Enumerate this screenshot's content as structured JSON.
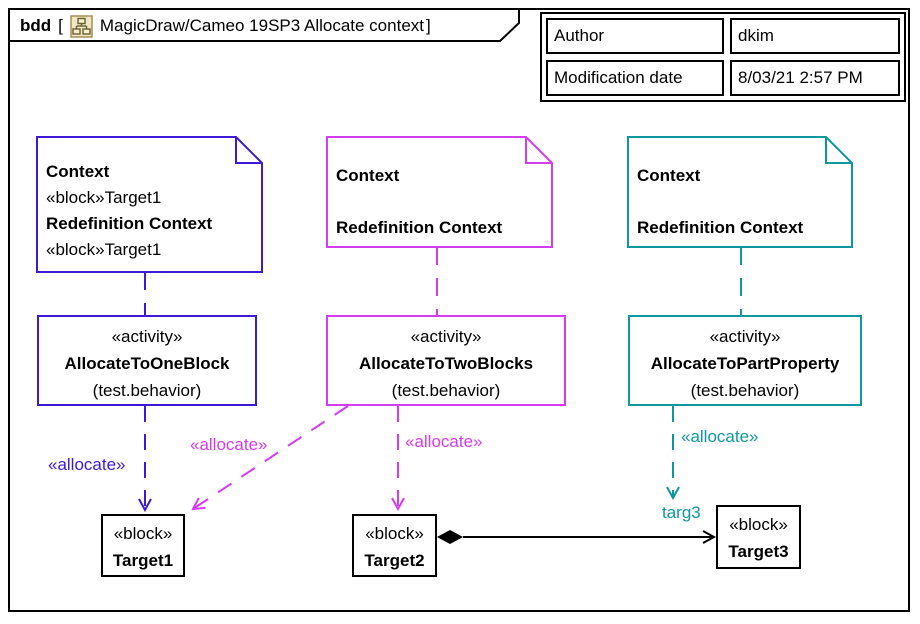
{
  "diagram_frame": {
    "kind": "bdd",
    "open_bracket": "[",
    "close_bracket": "]",
    "name": "MagicDraw/Cameo 19SP3 Allocate context",
    "icon": "bdd-diagram-icon"
  },
  "info_table": {
    "rows": [
      {
        "label": "Author",
        "value": "dkim"
      },
      {
        "label": "Modification date",
        "value": "8/03/21 2:57 PM"
      }
    ]
  },
  "colors": {
    "blue": "#3e19d6",
    "magenta": "#d43cf0",
    "teal": "#0f979f",
    "black": "#000000"
  },
  "notes": [
    {
      "lines": [
        {
          "text": "Context",
          "bold": true
        },
        {
          "text": "«block»Target1",
          "bold": false
        },
        {
          "text": "Redefinition Context",
          "bold": true
        },
        {
          "text": "«block»Target1",
          "bold": false
        }
      ]
    },
    {
      "lines": [
        {
          "text": "Context",
          "bold": true
        },
        {
          "text": "",
          "bold": false
        },
        {
          "text": "Redefinition Context",
          "bold": true
        }
      ]
    },
    {
      "lines": [
        {
          "text": "Context",
          "bold": true
        },
        {
          "text": "",
          "bold": false
        },
        {
          "text": "Redefinition Context",
          "bold": true
        }
      ]
    }
  ],
  "activities": [
    {
      "stereotype": "«activity»",
      "name": "AllocateToOneBlock",
      "qualifier": "(test.behavior)"
    },
    {
      "stereotype": "«activity»",
      "name": "AllocateToTwoBlocks",
      "qualifier": "(test.behavior)"
    },
    {
      "stereotype": "«activity»",
      "name": "AllocateToPartProperty",
      "qualifier": "(test.behavior)"
    }
  ],
  "blocks": [
    {
      "stereotype": "«block»",
      "name": "Target1"
    },
    {
      "stereotype": "«block»",
      "name": "Target2"
    },
    {
      "stereotype": "«block»",
      "name": "Target3"
    }
  ],
  "edges": {
    "allocate_label": "«allocate»",
    "role_label": "targ3"
  }
}
